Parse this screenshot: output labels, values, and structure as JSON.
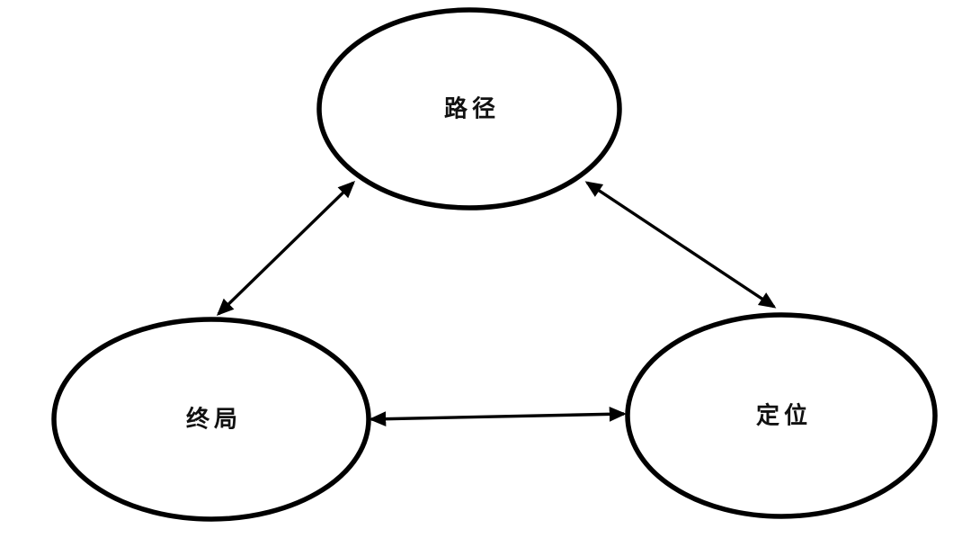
{
  "diagram": {
    "type": "concept-triangle",
    "background_color": "#ffffff",
    "stroke_color": "#000000",
    "nodes": [
      {
        "id": "path",
        "label": "路径",
        "position": "top-center"
      },
      {
        "id": "endgame",
        "label": "终局",
        "position": "bottom-left"
      },
      {
        "id": "positioning",
        "label": "定位",
        "position": "bottom-right"
      }
    ],
    "edges": [
      {
        "from": "endgame",
        "to": "path",
        "style": "double-headed-arrow"
      },
      {
        "from": "path",
        "to": "positioning",
        "style": "double-headed-arrow"
      },
      {
        "from": "endgame",
        "to": "positioning",
        "style": "double-headed-arrow"
      }
    ]
  }
}
